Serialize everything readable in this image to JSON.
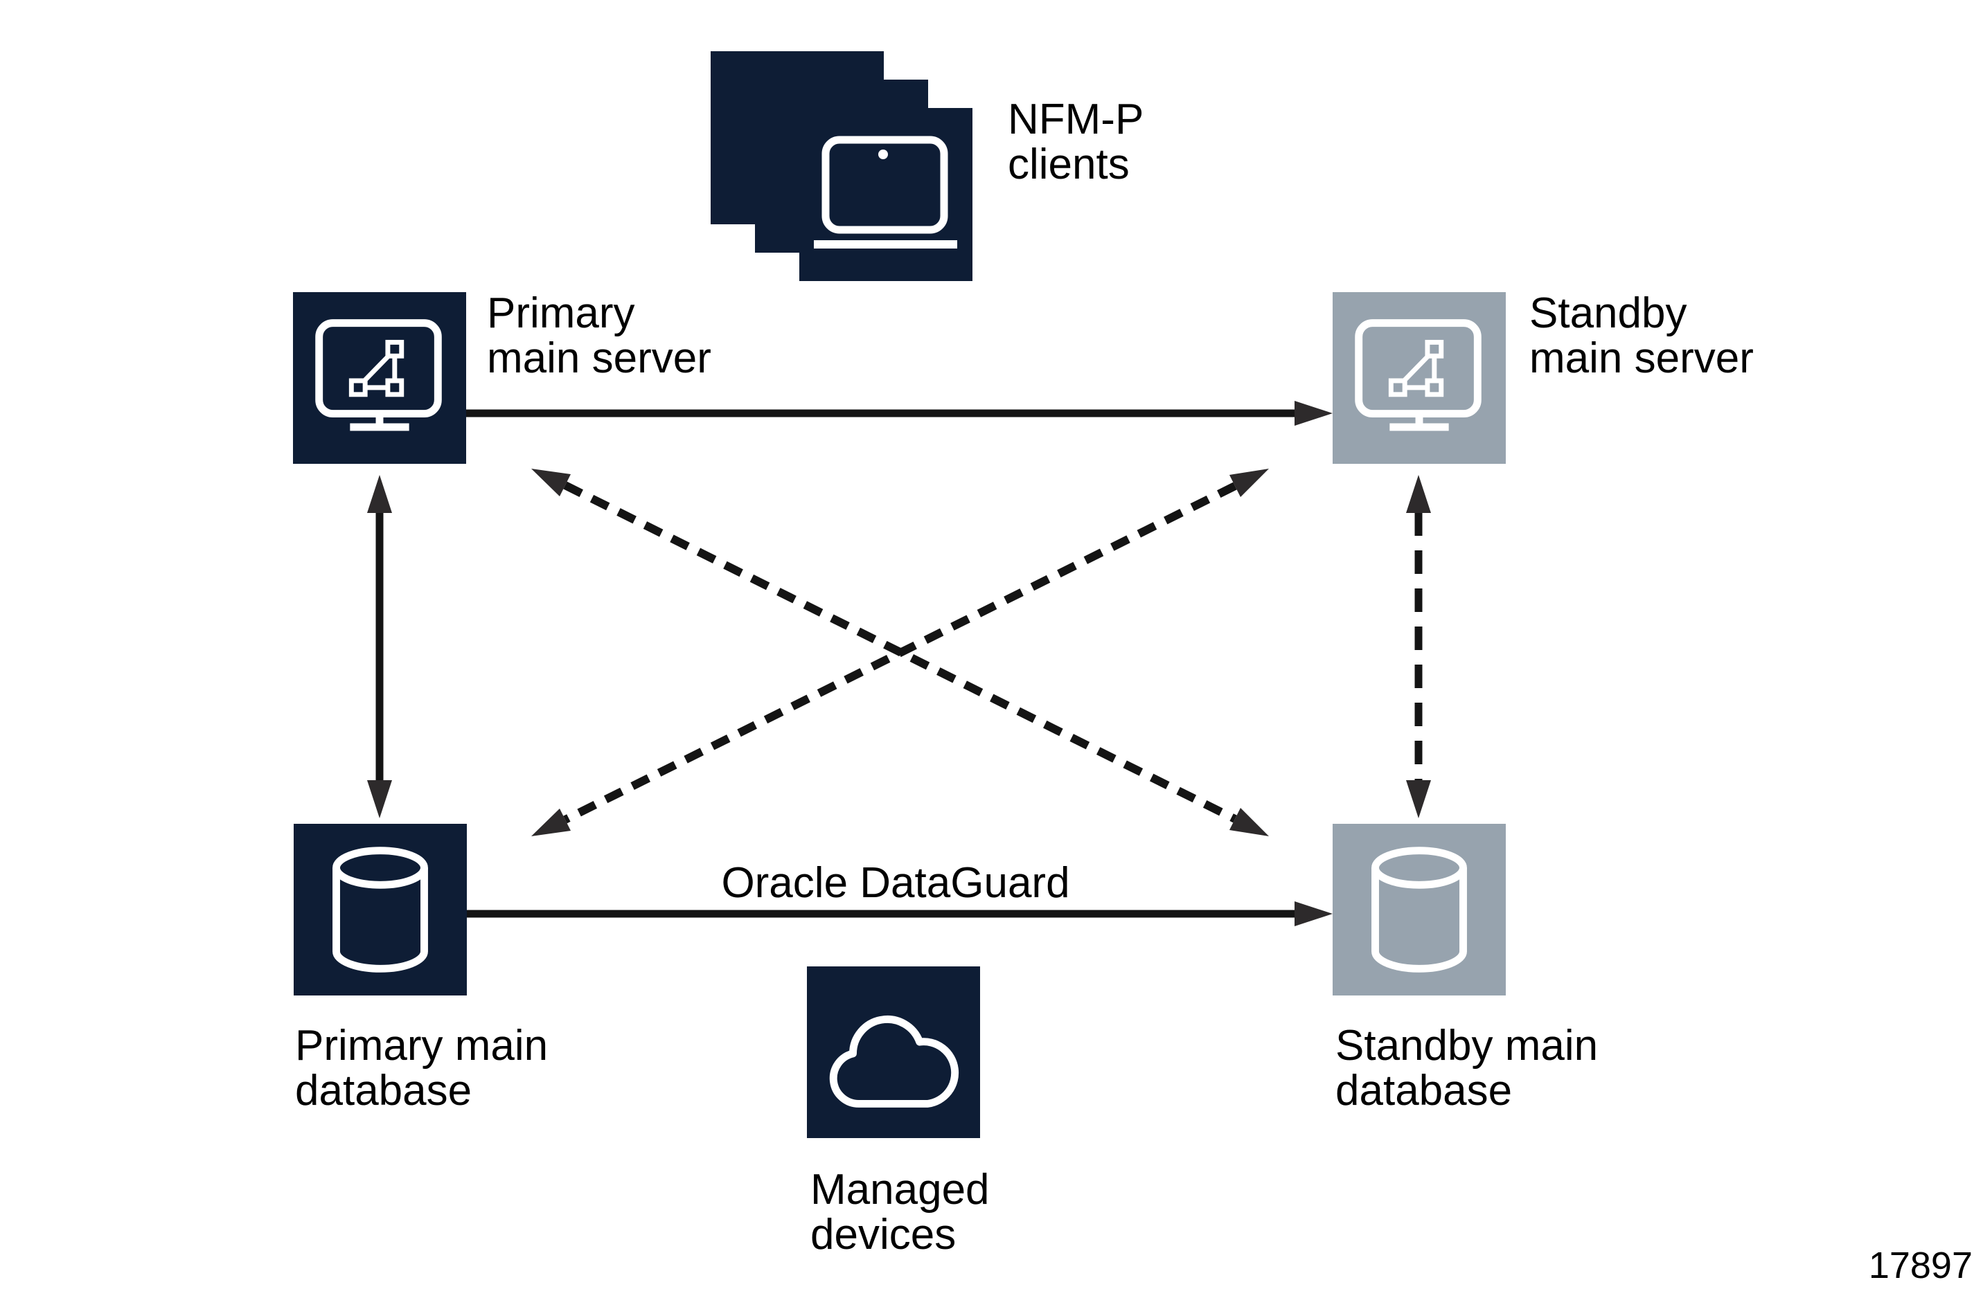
{
  "figure": {
    "number": "17897"
  },
  "colors": {
    "primary_fill": "#0e1d35",
    "standby_fill": "#97a3ae",
    "icon_stroke": "#ffffff",
    "arrow_line": "#141414",
    "arrow_head": "#2d2a2b",
    "text": "#000000",
    "background": "#ffffff"
  },
  "nodes": {
    "clients": {
      "line1": "NFM-P",
      "line2": "clients",
      "icon": "laptop-stack-icon",
      "tone": "primary"
    },
    "primary_server": {
      "line1": "Primary",
      "line2": "main server",
      "icon": "server-monitor-icon",
      "tone": "primary"
    },
    "standby_server": {
      "line1": "Standby",
      "line2": "main server",
      "icon": "server-monitor-icon",
      "tone": "standby"
    },
    "primary_db": {
      "line1": "Primary main",
      "line2": "database",
      "icon": "database-cylinder-icon",
      "tone": "primary"
    },
    "standby_db": {
      "line1": "Standby main",
      "line2": "database",
      "icon": "cloud-icon",
      "tone": "standby"
    },
    "managed": {
      "line1": "Managed",
      "line2": "devices",
      "icon": "cloud-icon",
      "tone": "primary"
    }
  },
  "edges": {
    "server_replication": {
      "from": "primary_server",
      "to": "standby_server",
      "line": "solid",
      "heads": "one-way"
    },
    "dataguard": {
      "label": "Oracle DataGuard",
      "from": "primary_db",
      "to": "standby_db",
      "line": "solid",
      "heads": "one-way"
    },
    "primary_server_db": {
      "from": "primary_server",
      "to": "primary_db",
      "line": "solid",
      "heads": "two-way"
    },
    "standby_server_db": {
      "from": "standby_server",
      "to": "standby_db",
      "line": "dashed",
      "heads": "two-way"
    },
    "cross_primary_server_standby_db": {
      "from": "primary_server",
      "to": "standby_db",
      "line": "dashed",
      "heads": "two-way"
    },
    "cross_standby_server_primary_db": {
      "from": "standby_server",
      "to": "primary_db",
      "line": "dashed",
      "heads": "two-way"
    }
  }
}
